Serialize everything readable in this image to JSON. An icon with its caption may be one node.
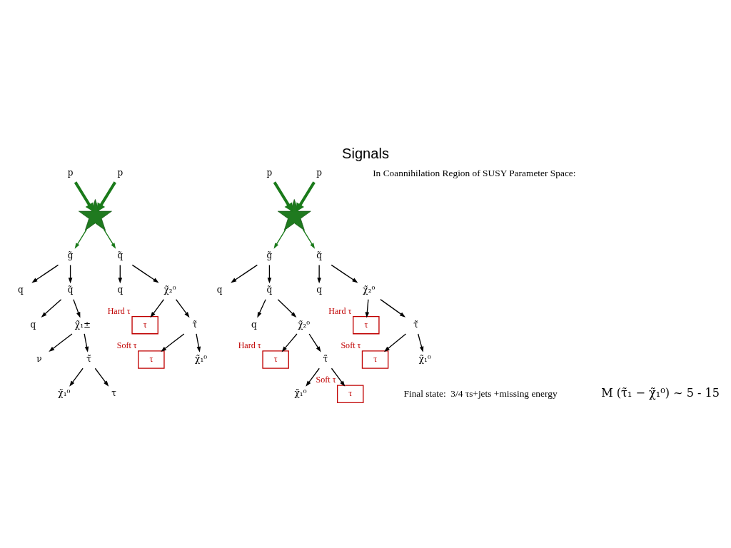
{
  "diagram": {
    "title": "Signals",
    "nodes": [
      {
        "text": [
          "p"
        ]
      },
      {
        "text": [],
        "shape": "star"
      },
      {
        "text": [
          "p"
        ]
      },
      {
        "text": [
          "g̃"
        ]
      },
      {
        "text": [
          "q"
        ]
      },
      {
        "text": [
          "q̃"
        ]
      },
      {
        "text": [
          "q"
        ]
      },
      {
        "text": [
          "χ̃₁±"
        ]
      },
      {
        "text": [
          "ν"
        ]
      },
      {
        "text": [
          "τ̃"
        ]
      },
      {
        "text": [
          "χ̃₁⁰"
        ]
      },
      {
        "text": [
          "τ"
        ]
      },
      {
        "text": [
          "q̃"
        ]
      },
      {
        "text": [
          "q"
        ]
      },
      {
        "text": [
          "χ̃₂⁰"
        ]
      },
      {
        "text": [
          "τ"
        ],
        "beside": [
          "Hard τ"
        ]
      },
      {
        "text": [
          "τ̃"
        ]
      },
      {
        "text": [
          "τ"
        ],
        "beside": [
          "Soft τ"
        ]
      },
      {
        "text": [
          "χ̃₁⁰"
        ]
      },
      {
        "text": [
          "p"
        ]
      },
      {
        "text": [],
        "shape": "star"
      },
      {
        "text": [
          "p"
        ]
      },
      {
        "text": [
          "g̃"
        ]
      },
      {
        "text": [
          "q"
        ]
      },
      {
        "text": [
          "q̃"
        ]
      },
      {
        "text": [
          "q"
        ]
      },
      {
        "text": [
          "χ̃₂⁰"
        ]
      },
      {
        "text": [
          "τ"
        ],
        "beside": [
          "Hard τ"
        ]
      },
      {
        "text": [
          "τ̃"
        ]
      },
      {
        "text": [
          "χ̃₁⁰"
        ]
      },
      {
        "text": [
          "τ"
        ],
        "beside": [
          "Soft τ"
        ]
      },
      {
        "text": [
          "q̃"
        ]
      },
      {
        "text": [
          "q"
        ]
      },
      {
        "text": [
          "χ̃₂⁰"
        ]
      },
      {
        "text": [
          "τ"
        ],
        "beside": [
          "Hard τ"
        ]
      },
      {
        "text": [
          "τ̃"
        ]
      },
      {
        "text": [
          "τ"
        ],
        "beside": [
          "Soft τ"
        ]
      },
      {
        "text": [
          "χ̃₁⁰"
        ]
      }
    ],
    "edges": [
      {
        "from": 0,
        "to": 1,
        "arrow": "to",
        "style": "thick",
        "color": "#1a7a1a"
      },
      {
        "from": 2,
        "to": 1,
        "arrow": "to",
        "style": "thick",
        "color": "#1a7a1a"
      },
      {
        "from": 1,
        "to": 3,
        "arrow": "to",
        "color": "#1a7a1a"
      },
      {
        "from": 1,
        "to": 12,
        "arrow": "to",
        "color": "#1a7a1a"
      },
      {
        "from": 3,
        "to": 4,
        "arrow": "to"
      },
      {
        "from": 3,
        "to": 5,
        "arrow": "to"
      },
      {
        "from": 5,
        "to": 6,
        "arrow": "to"
      },
      {
        "from": 5,
        "to": 7,
        "arrow": "to"
      },
      {
        "from": 7,
        "to": 8,
        "arrow": "to"
      },
      {
        "from": 7,
        "to": 9,
        "arrow": "to"
      },
      {
        "from": 9,
        "to": 10,
        "arrow": "to"
      },
      {
        "from": 9,
        "to": 11,
        "arrow": "to"
      },
      {
        "from": 12,
        "to": 13,
        "arrow": "to"
      },
      {
        "from": 12,
        "to": 14,
        "arrow": "to"
      },
      {
        "from": 14,
        "to": 15,
        "arrow": "to"
      },
      {
        "from": 14,
        "to": 16,
        "arrow": "to"
      },
      {
        "from": 16,
        "to": 17,
        "arrow": "to"
      },
      {
        "from": 16,
        "to": 18,
        "arrow": "to"
      },
      {
        "from": 19,
        "to": 20,
        "arrow": "to",
        "style": "thick",
        "color": "#1a7a1a"
      },
      {
        "from": 21,
        "to": 20,
        "arrow": "to",
        "style": "thick",
        "color": "#1a7a1a"
      },
      {
        "from": 20,
        "to": 22,
        "arrow": "to",
        "color": "#1a7a1a"
      },
      {
        "from": 20,
        "to": 31,
        "arrow": "to",
        "color": "#1a7a1a"
      },
      {
        "from": 22,
        "to": 23,
        "arrow": "to"
      },
      {
        "from": 22,
        "to": 24,
        "arrow": "to"
      },
      {
        "from": 24,
        "to": 25,
        "arrow": "to"
      },
      {
        "from": 24,
        "to": 26,
        "arrow": "to"
      },
      {
        "from": 26,
        "to": 27,
        "arrow": "to"
      },
      {
        "from": 26,
        "to": 28,
        "arrow": "to"
      },
      {
        "from": 28,
        "to": 29,
        "arrow": "to"
      },
      {
        "from": 28,
        "to": 30,
        "arrow": "to"
      },
      {
        "from": 31,
        "to": 32,
        "arrow": "to"
      },
      {
        "from": 31,
        "to": 33,
        "arrow": "to"
      },
      {
        "from": 33,
        "to": 34,
        "arrow": "to"
      },
      {
        "from": 33,
        "to": 35,
        "arrow": "to"
      },
      {
        "from": 35,
        "to": 36,
        "arrow": "to"
      },
      {
        "from": 35,
        "to": 37,
        "arrow": "to"
      }
    ],
    "labels": [
      "In Coannihilation Region of SUSY Parameter Space:",
      "Final state:  3/4 τs+jets +missing energy",
      "M (τ̃₁ − χ̃₁⁰) ~ 5 - 15"
    ]
  }
}
